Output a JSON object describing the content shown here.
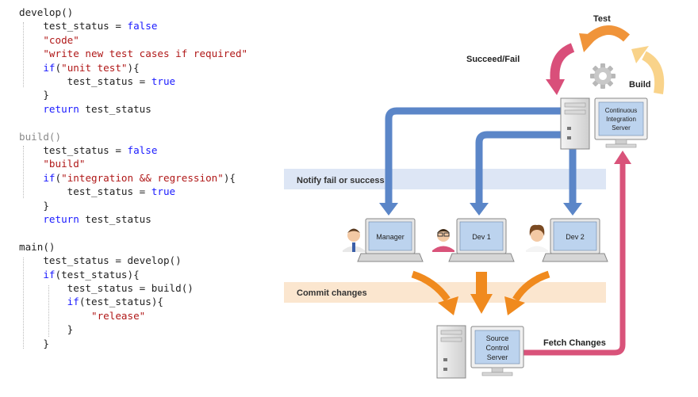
{
  "code": {
    "lines": [
      {
        "segs": [
          {
            "t": "develop()",
            "c": "plain"
          }
        ]
      },
      {
        "segs": [
          {
            "t": "    test_status = ",
            "c": "plain"
          },
          {
            "t": "false",
            "c": "kw"
          }
        ]
      },
      {
        "segs": [
          {
            "t": "    ",
            "c": "plain"
          },
          {
            "t": "\"code\"",
            "c": "str"
          }
        ]
      },
      {
        "segs": [
          {
            "t": "    ",
            "c": "plain"
          },
          {
            "t": "\"write new test cases if required\"",
            "c": "str"
          }
        ]
      },
      {
        "segs": [
          {
            "t": "    ",
            "c": "plain"
          },
          {
            "t": "if",
            "c": "kw"
          },
          {
            "t": "(",
            "c": "plain"
          },
          {
            "t": "\"unit test\"",
            "c": "str"
          },
          {
            "t": "){",
            "c": "plain"
          }
        ]
      },
      {
        "segs": [
          {
            "t": "        test_status = ",
            "c": "plain"
          },
          {
            "t": "true",
            "c": "kw"
          }
        ]
      },
      {
        "segs": [
          {
            "t": "    }",
            "c": "plain"
          }
        ]
      },
      {
        "segs": [
          {
            "t": "    ",
            "c": "plain"
          },
          {
            "t": "return",
            "c": "kw"
          },
          {
            "t": " test_status",
            "c": "plain"
          }
        ]
      },
      {
        "segs": []
      },
      {
        "segs": [
          {
            "t": "build()",
            "c": "gray"
          }
        ]
      },
      {
        "segs": [
          {
            "t": "    test_status = ",
            "c": "plain"
          },
          {
            "t": "false",
            "c": "kw"
          }
        ]
      },
      {
        "segs": [
          {
            "t": "    ",
            "c": "plain"
          },
          {
            "t": "\"build\"",
            "c": "str"
          }
        ]
      },
      {
        "segs": [
          {
            "t": "    ",
            "c": "plain"
          },
          {
            "t": "if",
            "c": "kw"
          },
          {
            "t": "(",
            "c": "plain"
          },
          {
            "t": "\"integration && regression\"",
            "c": "str"
          },
          {
            "t": "){",
            "c": "plain"
          }
        ]
      },
      {
        "segs": [
          {
            "t": "        test_status = ",
            "c": "plain"
          },
          {
            "t": "true",
            "c": "kw"
          }
        ]
      },
      {
        "segs": [
          {
            "t": "    }",
            "c": "plain"
          }
        ]
      },
      {
        "segs": [
          {
            "t": "    ",
            "c": "plain"
          },
          {
            "t": "return",
            "c": "kw"
          },
          {
            "t": " test_status",
            "c": "plain"
          }
        ]
      },
      {
        "segs": []
      },
      {
        "segs": [
          {
            "t": "main()",
            "c": "plain"
          }
        ]
      },
      {
        "segs": [
          {
            "t": "    test_status = develop()",
            "c": "plain"
          }
        ]
      },
      {
        "segs": [
          {
            "t": "    ",
            "c": "plain"
          },
          {
            "t": "if",
            "c": "kw"
          },
          {
            "t": "(test_status){",
            "c": "plain"
          }
        ]
      },
      {
        "segs": [
          {
            "t": "        test_status = build()",
            "c": "plain"
          }
        ]
      },
      {
        "segs": [
          {
            "t": "        ",
            "c": "plain"
          },
          {
            "t": "if",
            "c": "kw"
          },
          {
            "t": "(test_status){",
            "c": "plain"
          }
        ]
      },
      {
        "segs": [
          {
            "t": "            ",
            "c": "plain"
          },
          {
            "t": "\"release\"",
            "c": "str"
          }
        ]
      },
      {
        "segs": [
          {
            "t": "        }",
            "c": "plain"
          }
        ]
      },
      {
        "segs": [
          {
            "t": "    }",
            "c": "plain"
          }
        ]
      }
    ]
  },
  "diagram": {
    "label_test": "Test",
    "label_build": "Build",
    "label_succeed_fail": "Succeed/Fail",
    "ci_server_lines": [
      "Continuous",
      "Integration",
      "Server"
    ],
    "band_notify": "Notify fail or success",
    "band_commit": "Commit changes",
    "dev_manager": "Manager",
    "dev_1": "Dev 1",
    "dev_2": "Dev 2",
    "source_server_lines": [
      "Source",
      "Control",
      "Server"
    ],
    "label_fetch": "Fetch Changes",
    "colors": {
      "blue_arrow": "#5b86c8",
      "orange_arrow": "#f08a1e",
      "pink_arrow": "#d9537a",
      "band_blue": "#dde6f5",
      "band_orange": "#fbe6cf",
      "screen": "#bcd3ee"
    }
  }
}
